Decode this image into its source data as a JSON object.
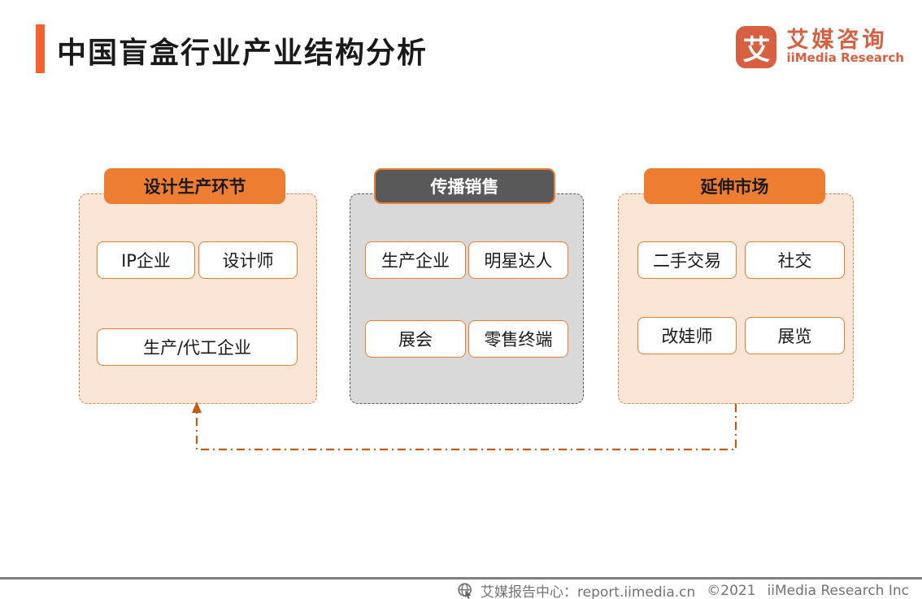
{
  "page": {
    "title": "中国盲盒行业产业结构分析"
  },
  "brand": {
    "icon_text": "艾",
    "name_cn": "艾媒咨询",
    "name_en": "iiMedia Research"
  },
  "colors": {
    "accent_orange": "#ED7D31",
    "title_bar_orange": "#F4632E",
    "panel_light_orange": "#FBE5D6",
    "panel_gray": "#D9D9D9",
    "header_dark_gray": "#595959",
    "arrow_dark_orange": "#C55A11",
    "brand_orange": "#D85F40"
  },
  "panels": [
    {
      "header": "设计生产环节",
      "items": [
        "IP企业",
        "设计师",
        "生产/代工企业"
      ]
    },
    {
      "header": "传播销售",
      "items": [
        "生产企业",
        "明星达人",
        "展会",
        "零售终端"
      ]
    },
    {
      "header": "延伸市场",
      "items": [
        "二手交易",
        "社交",
        "改娃师",
        "展览"
      ]
    }
  ],
  "arrow": {
    "meaning": "feedback from extended market back to design-production stage"
  },
  "footer": {
    "source": "艾媒报告中心：report.iimedia.cn",
    "copyright": "©2021",
    "company": "iiMedia Research  Inc"
  }
}
